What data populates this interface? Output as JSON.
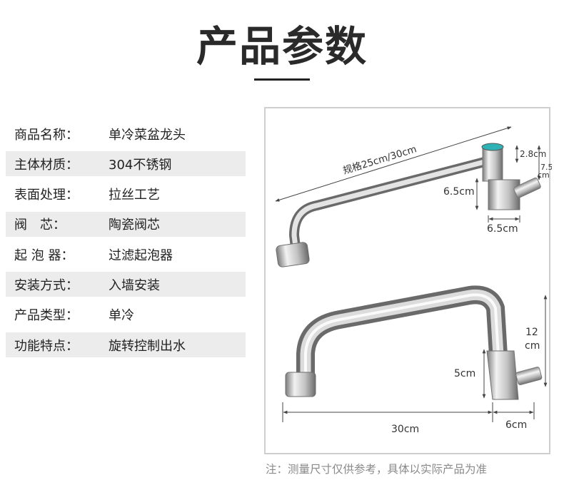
{
  "page": {
    "title": "产品参数",
    "note": "注：测量尺寸仅供参考，具体以实际产品为准"
  },
  "specs": [
    {
      "label": "商品名称：",
      "value": "单冷菜盆龙头",
      "shaded": false
    },
    {
      "label": "主体材质：",
      "value": "304不锈钢",
      "shaded": true
    },
    {
      "label": "表面处理：",
      "value": "拉丝工艺",
      "shaded": false
    },
    {
      "label": "阀　芯：",
      "value": "陶瓷阀芯",
      "shaded": true
    },
    {
      "label": "起 泡 器：",
      "value": "过滤起泡器",
      "shaded": false
    },
    {
      "label": "安装方式：",
      "value": "入墙安装",
      "shaded": true
    },
    {
      "label": "产品类型：",
      "value": "单冷",
      "shaded": false
    },
    {
      "label": "功能特点：",
      "value": "旋转控制出水",
      "shaded": true
    }
  ],
  "diagram": {
    "top_spout_length": "规格25cm/30cm",
    "top_handle_height": "2.8cm",
    "top_total_height_value": "7.5",
    "top_total_height_unit": "cm",
    "top_body_height": "6.5cm",
    "top_body_width": "6.5cm",
    "bottom_height_value": "12",
    "bottom_height_unit": "cm",
    "bottom_body_height": "5cm",
    "bottom_length": "30cm",
    "bottom_body_width": "6cm"
  }
}
